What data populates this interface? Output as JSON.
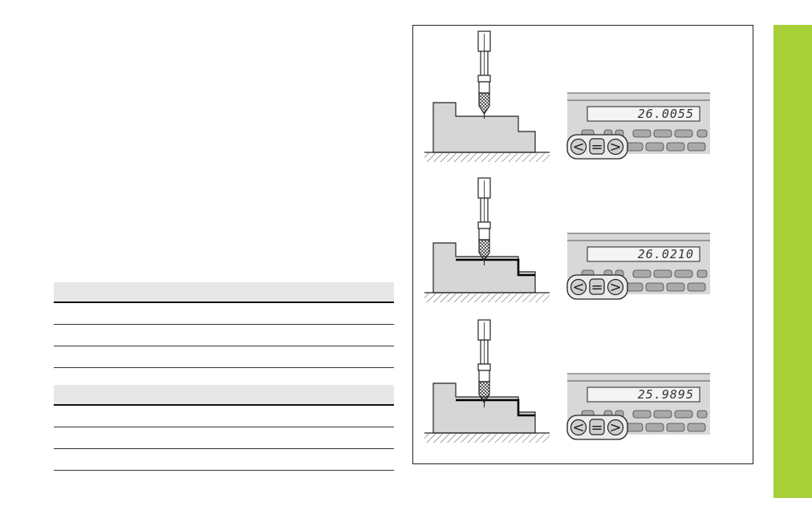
{
  "figures": [
    {
      "readout": "26.0055"
    },
    {
      "readout": "26.0210"
    },
    {
      "readout": "25.9895"
    }
  ],
  "keys": {
    "left": "<",
    "equal": "=",
    "right": ">"
  },
  "colors": {
    "side_tab": "#a6cf38",
    "table_header": "#e7e7e7",
    "workpiece": "#d6d6d6",
    "display_panel": "#d8d8d8",
    "key": "#a9a9a9"
  }
}
